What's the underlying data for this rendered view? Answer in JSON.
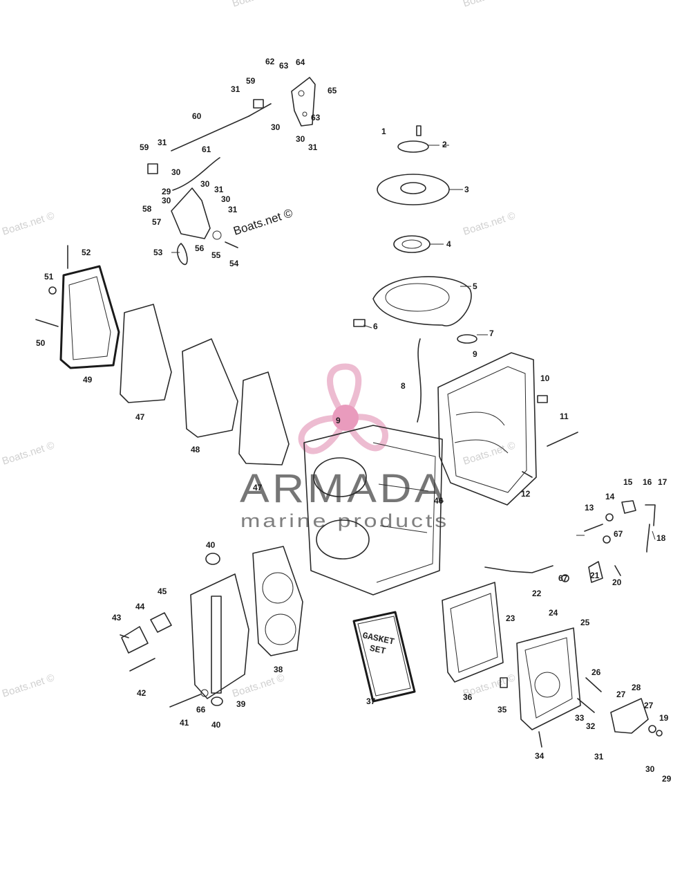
{
  "watermark": "Boats.net ©",
  "logo": {
    "brand": "ARMADA",
    "tagline": "marine products",
    "colors": {
      "propeller": "#e8a6c2",
      "hub": "#e27aa8",
      "text": "#5e5e5e"
    }
  },
  "gasket_set_label": {
    "line1": "GASKET",
    "line2": "SET"
  },
  "callouts": [
    "1",
    "2",
    "3",
    "4",
    "5",
    "6",
    "7",
    "8",
    "9",
    "9",
    "10",
    "11",
    "12",
    "13",
    "14",
    "15",
    "16",
    "17",
    "18",
    "19",
    "20",
    "21",
    "22",
    "23",
    "24",
    "25",
    "26",
    "27",
    "27",
    "28",
    "29",
    "29",
    "30",
    "30",
    "30",
    "30",
    "30",
    "30",
    "30",
    "31",
    "31",
    "31",
    "31",
    "31",
    "31",
    "32",
    "33",
    "34",
    "35",
    "36",
    "37",
    "38",
    "39",
    "40",
    "40",
    "41",
    "42",
    "43",
    "44",
    "45",
    "46",
    "47",
    "47",
    "48",
    "49",
    "50",
    "51",
    "52",
    "53",
    "54",
    "55",
    "56",
    "57",
    "58",
    "59",
    "59",
    "60",
    "61",
    "62",
    "63",
    "63",
    "64",
    "65",
    "66",
    "67",
    "67"
  ]
}
